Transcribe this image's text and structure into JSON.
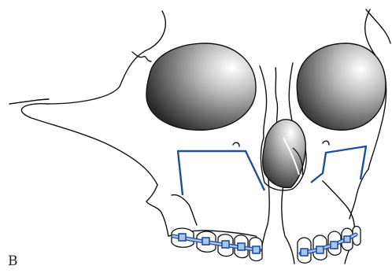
{
  "figure": {
    "panel_label": "B"
  },
  "colors": {
    "outline": "#111111",
    "osteotomy_line": "#1f4e9a",
    "orthodontic_wire_fill": "#a9c6ea",
    "bracket_fill": "#a9c6ea",
    "orbit_shade_dark": "#2a2a2a",
    "orbit_shade_light": "#ffffff"
  },
  "elements": {
    "osteotomy_segments": 2,
    "teeth_per_side": 5
  }
}
